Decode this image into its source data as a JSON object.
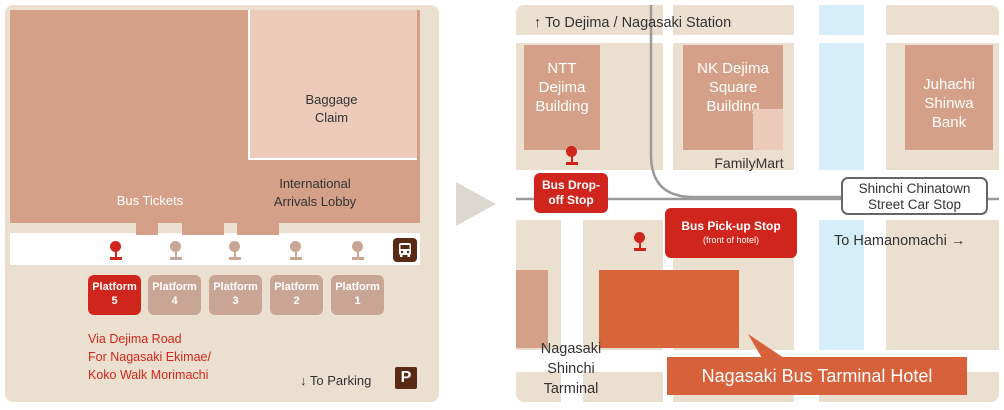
{
  "left_map": {
    "baggage_claim": [
      "Baggage",
      "Claim"
    ],
    "bus_tickets": "Bus Tickets",
    "international_lobby": [
      "International",
      "Arrivals Lobby"
    ],
    "platforms": [
      {
        "line1": "Platform",
        "line2": "5",
        "active": true
      },
      {
        "line1": "Platform",
        "line2": "4",
        "active": false
      },
      {
        "line1": "Platform",
        "line2": "3",
        "active": false
      },
      {
        "line1": "Platform",
        "line2": "2",
        "active": false
      },
      {
        "line1": "Platform",
        "line2": "1",
        "active": false
      }
    ],
    "via_text": [
      "Via Dejima Road",
      "For Nagasaki Ekimae/",
      "Koko Walk Morimachi"
    ],
    "to_parking": "↓ To Parking",
    "parking_symbol": "P",
    "bus_icon": "bus-icon"
  },
  "right_map": {
    "to_dejima": "↑ To Dejima / Nagasaki Station",
    "ntt_building": [
      "NTT",
      "Dejima",
      "Building"
    ],
    "nk_building": [
      "NK Dejima",
      "Square",
      "Building"
    ],
    "juhachi_bank": [
      "Juhachi",
      "Shinwa",
      "Bank"
    ],
    "familymart": "FamilyMart",
    "bus_dropoff": [
      "Bus Drop-",
      "off Stop"
    ],
    "bus_pickup": "Bus Pick-up Stop",
    "bus_pickup_sub": "(front of hotel)",
    "shinchi_stop": [
      "Shinchi Chinatown",
      "Street Car Stop"
    ],
    "to_hamanomachi": "To Hamanomachi →",
    "nagasaki_shinchi": [
      "Nagasaki",
      "Shinchi",
      "Tarminal"
    ],
    "hotel_label": "Nagasaki Bus Tarminal Hotel"
  },
  "arrow_icon": "chevron-right-icon",
  "colors": {
    "panel_bg": "#ebe0d0",
    "building": "#d4a088",
    "building_light": "#eccbbb",
    "platform_inactive": "#c9a595",
    "accent_red": "#d0251c",
    "hotel_orange": "#d8643c",
    "hotel_label_bg": "#d7613a",
    "river": "#d5eefa",
    "arrow_gray": "#ddd7d2"
  }
}
